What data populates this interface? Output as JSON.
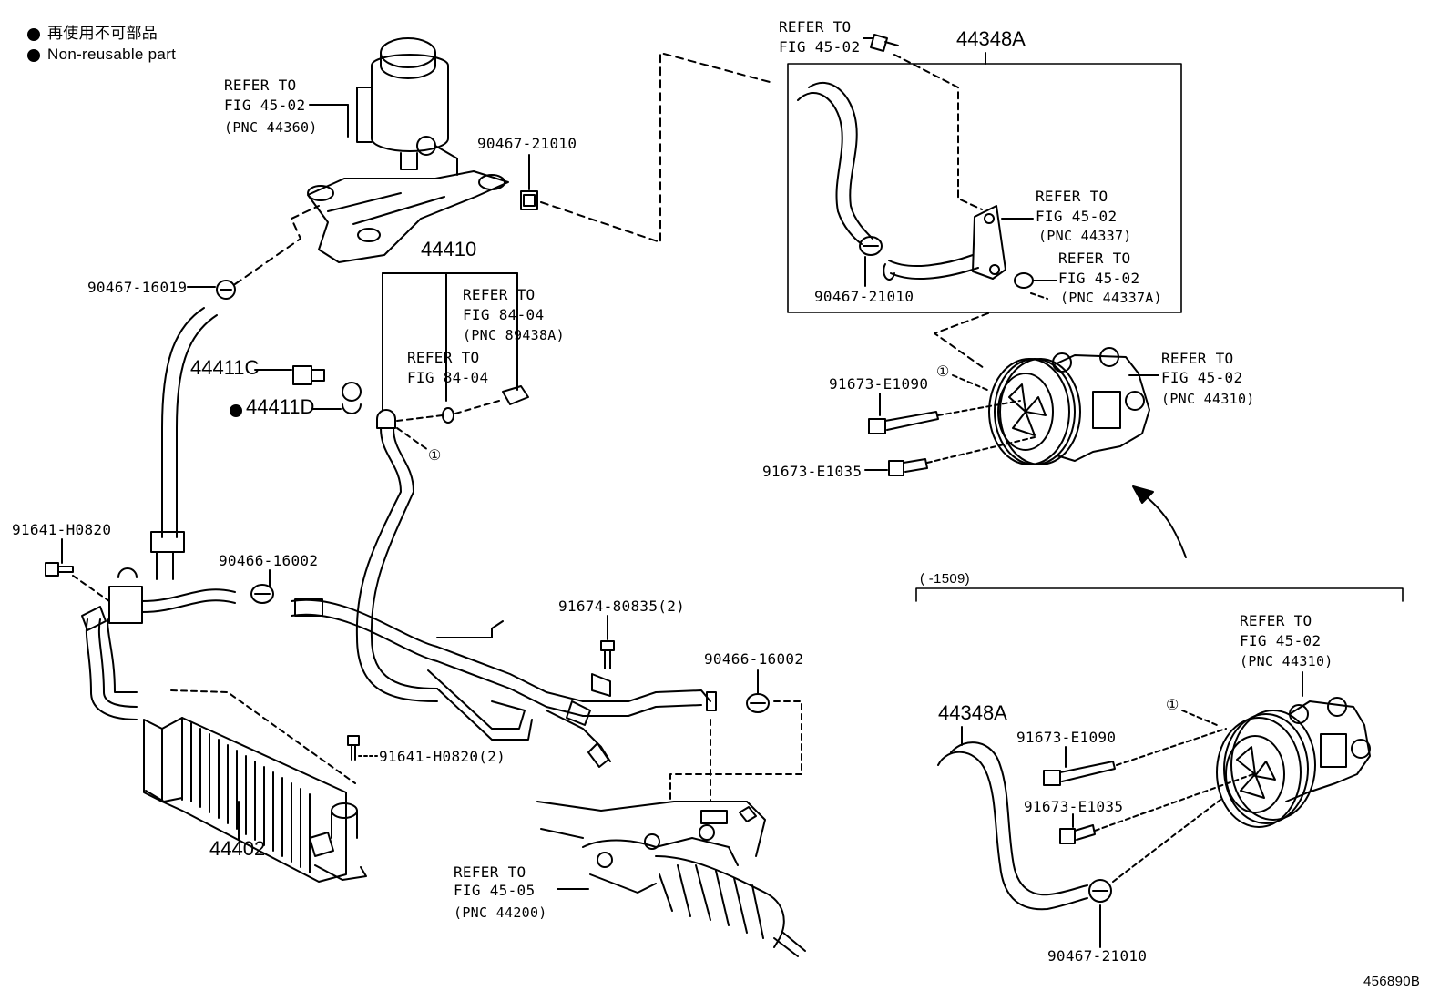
{
  "legend": {
    "line1": "再使用不可部品",
    "line2": "Non-reusable part"
  },
  "labels": {
    "refer_4502_reservoir": [
      "REFER TO",
      "FIG 45-02",
      "(PNC 44360)"
    ],
    "p90467_21010_top": "90467-21010",
    "p90467_16019": "90467-16019",
    "p44410": "44410",
    "refer_8404_a": [
      "REFER TO",
      "FIG 84-04",
      "(PNC 89438A)"
    ],
    "refer_8404_b": [
      "REFER TO",
      "FIG 84-04"
    ],
    "p44411C": "44411C",
    "p44411D": "44411D",
    "circle1": "①",
    "p91641_H0820": "91641-H0820",
    "p90466_16002_left": "90466-16002",
    "p91674_80835": "91674-80835(2)",
    "p90466_16002_right": "90466-16002",
    "p91641_H0820_2": "91641-H0820(2)",
    "p44402": "44402",
    "refer_4505": [
      "REFER TO",
      "FIG 45-05",
      "(PNC 44200)"
    ],
    "refer_4502_top": [
      "REFER TO",
      "FIG 45-02"
    ],
    "p44348A_top": "44348A",
    "refer_44337": [
      "REFER TO",
      "FIG 45-02",
      "(PNC 44337)"
    ],
    "refer_44337A": [
      "REFER TO",
      "FIG 45-02",
      "(PNC 44337A)"
    ],
    "p90467_21010_box": "90467-21010",
    "p91673_E1090_top": "91673-E1090",
    "refer_44310_top": [
      "REFER TO",
      "FIG 45-02",
      "(PNC 44310)"
    ],
    "p91673_E1035_top": "91673-E1035",
    "range_label": "(      -1509)",
    "refer_44310_bottom": [
      "REFER TO",
      "FIG 45-02",
      "(PNC 44310)"
    ],
    "p44348A_bottom": "44348A",
    "p91673_E1090_bottom": "91673-E1090",
    "p91673_E1035_bottom": "91673-E1035",
    "p90467_21010_bottom": "90467-21010",
    "figure_code": "456890B"
  }
}
